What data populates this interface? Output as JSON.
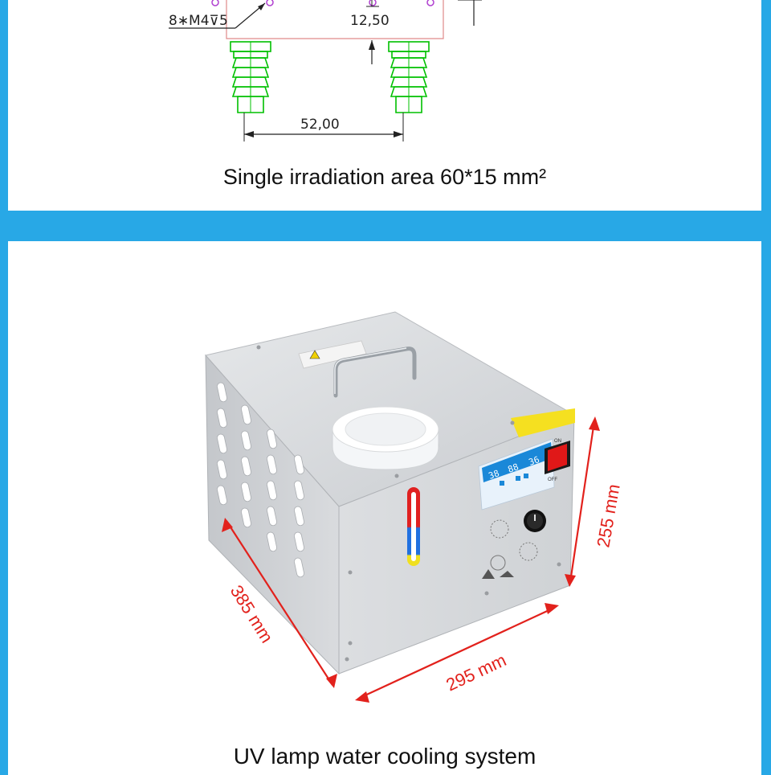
{
  "top_section": {
    "caption": "Single irradiation area 60*15 mm²",
    "drawing": {
      "hole_callout": "8∗M4⊽5",
      "dimension_small": "12,50",
      "dimension_width": "52,00",
      "colors": {
        "fitting": "#00c000",
        "outline": "#d04848",
        "hole": "#b040d0",
        "ink": "#222222"
      }
    }
  },
  "bottom_section": {
    "caption": "UV lamp water cooling system",
    "product": {
      "dimension_depth": "385 mm",
      "dimension_width": "295 mm",
      "dimension_height": "255 mm",
      "display_digits": [
        "38",
        "88",
        "36"
      ],
      "switch_label_on": "ON",
      "switch_label_off": "OFF",
      "colors": {
        "arrow": "#e2211c",
        "body": "#d8dadd",
        "label": "#f5e020",
        "switch": "#e01818",
        "display": "#1a88d8"
      }
    }
  },
  "colors": {
    "border": "#28a8e6",
    "background": "#ffffff"
  }
}
